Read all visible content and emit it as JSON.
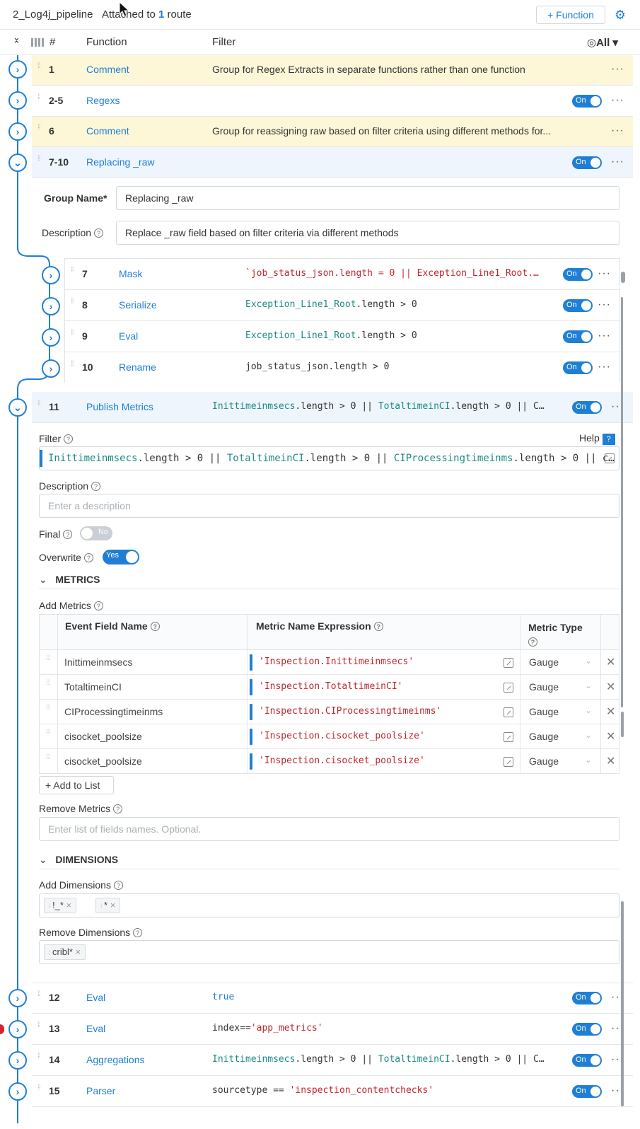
{
  "topbar": {
    "pipeline_name": "2_Log4j_pipeline",
    "attached_prefix": "Attached to",
    "route_count": "1",
    "route_suffix": "route",
    "add_function_label": "+ Function"
  },
  "header": {
    "hash": "#",
    "function": "Function",
    "filter": "Filter",
    "view": "All"
  },
  "rows": {
    "r1": {
      "num": "1",
      "fn": "Comment",
      "filter": "Group for Regex Extracts in separate functions rather than one function"
    },
    "r2": {
      "num": "2-5",
      "fn": "Regexs",
      "toggle": "On"
    },
    "r3": {
      "num": "6",
      "fn": "Comment",
      "filter": "Group for reassigning raw based on filter criteria using different methods for..."
    },
    "r4": {
      "num": "7-10",
      "fn": "Replacing _raw",
      "toggle": "On"
    },
    "r7": {
      "num": "7",
      "fn": "Mask",
      "filter_a": "`job_status_json.length = 0 || Exception_Line1_Root.…",
      "toggle": "On"
    },
    "r8": {
      "num": "8",
      "fn": "Serialize",
      "filter_a": "Exception_Line1_Root",
      "filter_b": ".length > 0",
      "toggle": "On"
    },
    "r9": {
      "num": "9",
      "fn": "Eval",
      "filter_a": "Exception_Line1_Root",
      "filter_b": ".length > 0",
      "toggle": "On"
    },
    "r10": {
      "num": "10",
      "fn": "Rename",
      "filter_a": "job_status_json.length > 0",
      "toggle": "On"
    },
    "r11": {
      "num": "11",
      "fn": "Publish Metrics",
      "filter_a": "Inittimeinmsecs",
      "filter_b": ".length > 0 || ",
      "filter_c": "TotaltimeinCI",
      "filter_d": ".length > 0 || C…",
      "toggle": "On"
    },
    "r12": {
      "num": "12",
      "fn": "Eval",
      "filter_a": "true",
      "toggle": "On"
    },
    "r13": {
      "num": "13",
      "fn": "Eval",
      "filter_a": "index==",
      "filter_b": "'app_metrics'",
      "toggle": "On"
    },
    "r14": {
      "num": "14",
      "fn": "Aggregations",
      "filter_a": "Inittimeinmsecs",
      "filter_b": ".length > 0 || ",
      "filter_c": "TotaltimeinCI",
      "filter_d": ".length > 0 || C…",
      "toggle": "On"
    },
    "r15": {
      "num": "15",
      "fn": "Parser",
      "filter_a": "sourcetype == ",
      "filter_b": "'inspection_contentchecks'",
      "toggle": "On"
    }
  },
  "group": {
    "name_label": "Group Name*",
    "name_value": "Replacing _raw",
    "desc_label": "Description",
    "desc_value": "Replace _raw field based on filter criteria via different methods"
  },
  "config": {
    "filter_label": "Filter",
    "help_label": "Help",
    "filter_a": "Inittimeinmsecs",
    "filter_b": ".length > 0 || ",
    "filter_c": "TotaltimeinCI",
    "filter_d": ".length > 0 || ",
    "filter_e": "CIProcessingtimeinms",
    "filter_f": ".length > 0 || c…",
    "desc_label": "Description",
    "desc_placeholder": "Enter a description",
    "final_label": "Final",
    "final_value": "No",
    "overwrite_label": "Overwrite",
    "overwrite_value": "Yes",
    "metrics_section": "METRICS",
    "add_metrics_label": "Add Metrics",
    "col_event": "Event Field Name",
    "col_expr": "Metric Name Expression",
    "col_type": "Metric Type",
    "metrics": [
      {
        "field": "Inittimeinmsecs",
        "expr": "'Inspection.Inittimeinmsecs'",
        "type": "Gauge"
      },
      {
        "field": "TotaltimeinCI",
        "expr": "'Inspection.TotaltimeinCI'",
        "type": "Gauge"
      },
      {
        "field": "CIProcessingtimeinms",
        "expr": "'Inspection.CIProcessingtimeinms'",
        "type": "Gauge"
      },
      {
        "field": "cisocket_poolsize",
        "expr": "'Inspection.cisocket_poolsize'",
        "type": "Gauge"
      },
      {
        "field": "cisocket_poolsize",
        "expr": "'Inspection.cisocket_poolsize'",
        "type": "Gauge"
      }
    ],
    "add_to_list": "+ Add to List",
    "remove_metrics_label": "Remove Metrics",
    "remove_metrics_placeholder": "Enter list of fields names. Optional.",
    "dimensions_section": "DIMENSIONS",
    "add_dimensions_label": "Add Dimensions",
    "add_dim_chips": [
      "!_*",
      "*"
    ],
    "remove_dimensions_label": "Remove Dimensions",
    "remove_dim_chips": [
      "cribl*"
    ]
  },
  "colors": {
    "accent": "#1f7fd4",
    "comment_bg": "#fdf7d8",
    "group_bg": "#eef5fc",
    "string": "#c0262d",
    "ident": "#1b8a84"
  }
}
